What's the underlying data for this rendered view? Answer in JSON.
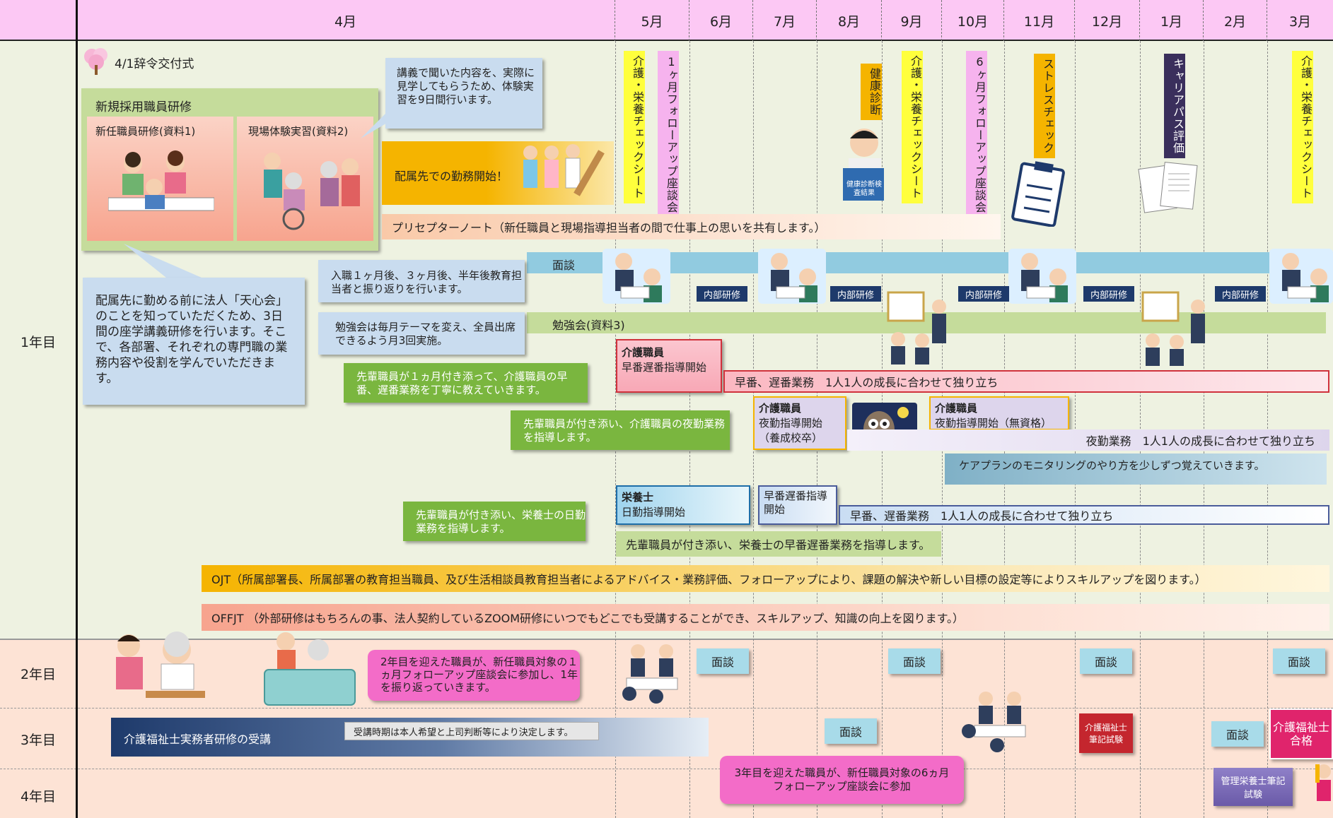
{
  "header": {
    "months": [
      "4月",
      "5月",
      "6月",
      "7月",
      "8月",
      "9月",
      "10月",
      "11月",
      "12月",
      "1月",
      "2月",
      "3月"
    ]
  },
  "years": [
    "1年目",
    "2年目",
    "3年目",
    "4年目"
  ],
  "y1": {
    "ceremony": "4/1辞令交付式",
    "new_hire_box_title": "新規採用職員研修",
    "training_1": "新任職員研修(資料1)",
    "training_2": "現場体験実習(資料2)",
    "callout_practice": "講義で聞いた内容を、実際に見学してもらうため、体験実習を9日間行います。",
    "callout_lecture": "配属先に勤める前に法人「天心会」のことを知っていただくため、3日間の座学講義研修を行います。そこで、各部署、それぞれの専門職の業務内容や役割を学んでいただきます。",
    "assignment_start": "配属先での勤務開始！",
    "preceptor_note": "プリセプターノート（新任職員と現場指導担当者の間で仕事上の思いを共有します。）",
    "interview_bar": "面談",
    "interview_note": "入職１ヶ月後、３ヶ月後、半年後教育担当者と振り返りを行います。",
    "internal_training": "内部研修",
    "study_note": "勉強会は毎月テーマを変え、全員出席できるよう月3回実施。",
    "study_bar": "勉強会(資料3)",
    "vertical": {
      "care_check_may": "介護・栄養チェックシート",
      "followup_1m": "1ヶ月フォローアップ座談会",
      "health_check": "健康診断",
      "care_check_sep": "介護・栄養チェックシート",
      "followup_6m": "6ヶ月フォローアップ座談会",
      "stress_check": "ストレスチェック",
      "career_path": "キャリアパス評価",
      "care_check_mar": "介護・栄養チェックシート"
    },
    "health_book": "健康診断検査結果",
    "care_early_title": "介護職員",
    "care_early_sub": "早番遅番指導開始",
    "care_early_note": "先輩職員が１ヵ月付き添って、介護職員の早番、遅番業務を丁寧に教えていきます。",
    "care_early_bar": "早番、遅番業務　1人1人の成長に合わせて独り立ち",
    "care_night_note": "先輩職員が付き添い、介護職員の夜勤業務を指導します。",
    "care_night_title": "介護職員",
    "care_night_sub": "夜勤指導開始",
    "care_night_sub2": "（養成校卒）",
    "care_night2_title": "介護職員",
    "care_night2_sub": "夜勤指導開始（無資格）",
    "night_bar": "夜勤業務　1人1人の成長に合わせて独り立ち",
    "careplan_bar": "ケアプランのモニタリングのやり方を少しずつ覚えていきます。",
    "nutri_note": "先輩職員が付き添い、栄養士の日勤業務を指導します。",
    "nutri_title": "栄養士",
    "nutri_sub": "日勤指導開始",
    "nutri_shift": "早番遅番指導開始",
    "nutri_bar": "早番、遅番業務　1人1人の成長に合わせて独り立ち",
    "nutri_shift_note": "先輩職員が付き添い、栄養士の早番遅番業務を指導します。",
    "ojt": "OJT（所属部署長、所属部署の教育担当職員、及び生活相談員教育担当者によるアドバイス・業務評価、フォローアップにより、課題の解決や新しい目標の設定等によりスキルアップを図ります。）",
    "offjt": "OFFJT （外部研修はもちろんの事、法人契約しているZOOM研修にいつでもどこでも受講することができ、スキルアップ、知識の向上を図ります。）"
  },
  "y2": {
    "callout": "2年目を迎えた職員が、新任職員対象の１ヵ月フォローアップ座談会に参加し、1年を振り返っていきます。",
    "interview": "面談"
  },
  "y3": {
    "training": "介護福祉士実務者研修の受講",
    "timing": "受講時期は本人希望と上司判断等により決定します。",
    "interview": "面談",
    "exam": "介護福祉士筆記試験",
    "pass": "介護福祉士合格",
    "callout": "3年目を迎えた職員が、新任職員対象の6ヵ月フォローアップ座談会に参加"
  },
  "y4": {
    "exam": "管理栄養士筆記試験"
  },
  "colors": {
    "header": "#fcc8f4",
    "year1": "#eef2e1",
    "years234": "#fde3d5",
    "callout_blue": "#c9dcef",
    "callout_green": "#7ab63f",
    "callout_pink": "#f36cc8",
    "orange": "#f5b400",
    "interview": "#a8dbe9",
    "navy": "#1e3a6b"
  }
}
